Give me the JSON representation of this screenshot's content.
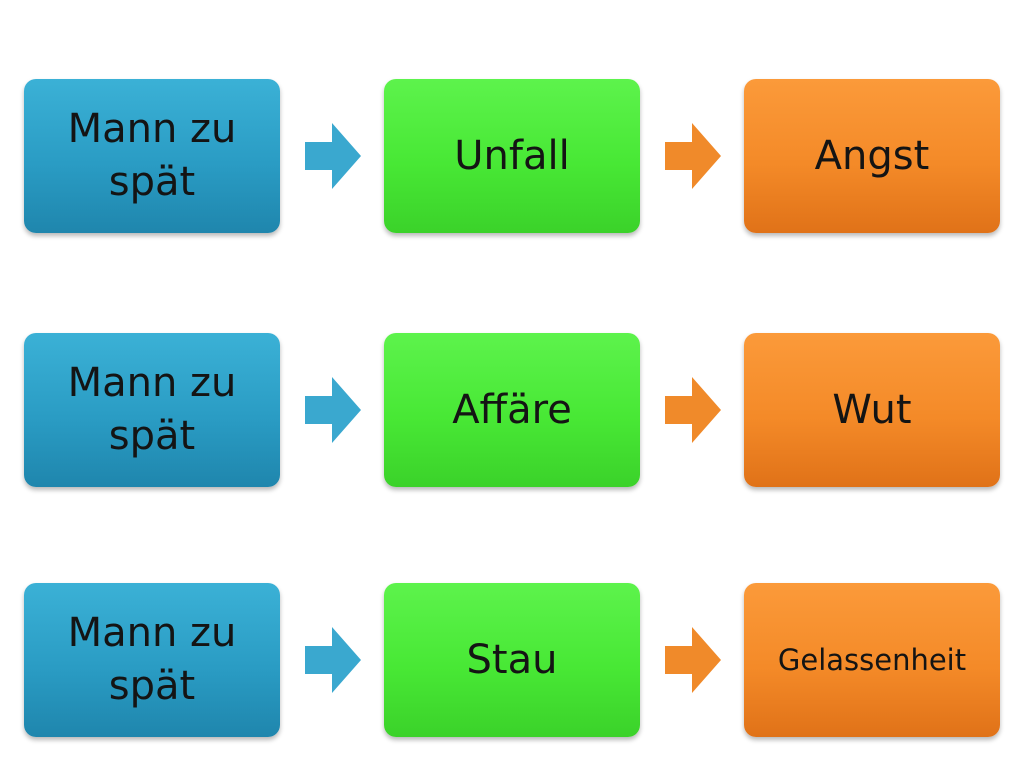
{
  "rows": [
    {
      "cause": "Mann zu spät",
      "event": "Unfall",
      "emotion": "Angst"
    },
    {
      "cause": "Mann zu spät",
      "event": "Affäre",
      "emotion": "Wut"
    },
    {
      "cause": "Mann zu spät",
      "event": "Stau",
      "emotion": "Gelassenheit"
    }
  ],
  "colors": {
    "cause_box": "#2a9cc4",
    "event_box": "#48e835",
    "emotion_box": "#f48a28",
    "arrow_blue": "#3aa8cf",
    "arrow_orange": "#f08a2a"
  }
}
